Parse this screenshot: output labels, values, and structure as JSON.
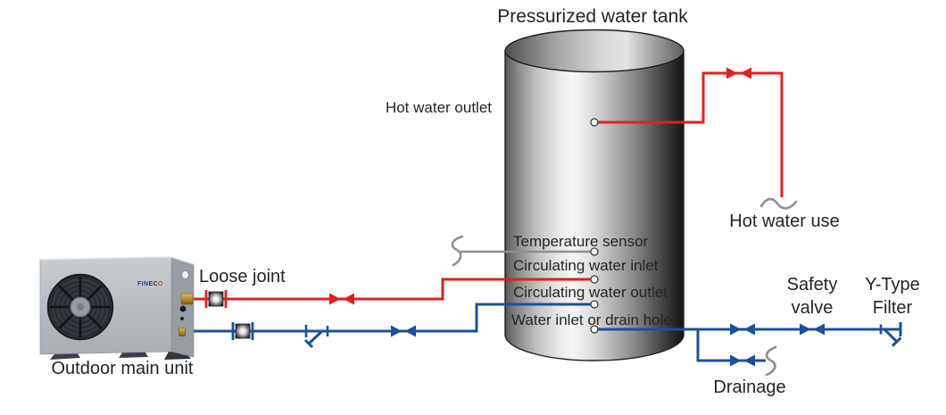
{
  "title": "Pressurized water tank",
  "labels": {
    "hot_water_outlet": "Hot water outlet",
    "temperature_sensor": "Temperature sensor",
    "circulating_water_inlet": "Circulating water inlet",
    "circulating_water_outlet": "Circulating water outlet",
    "water_inlet_or_drain_hole": "Water inlet or drain hole",
    "hot_water_use": "Hot water use",
    "loose_joint": "Loose joint",
    "safety_valve_line1": "Safety",
    "safety_valve_line2": "valve",
    "y_type_filter_line1": "Y-Type",
    "y_type_filter_line2": "Filter",
    "drainage": "Drainage"
  },
  "outdoor_unit": {
    "caption": "Outdoor main unit",
    "brand_prefix": "FINEC",
    "brand_suffix": "O"
  },
  "colors": {
    "hot_water_pipe": "#e02020",
    "cold_water_pipe": "#1c4f9f",
    "sensor_wire": "#8f8f8f",
    "tank_outline": "#1d1d1d",
    "brand_blue": "#1b3f93",
    "brand_orange": "#e84b18"
  }
}
